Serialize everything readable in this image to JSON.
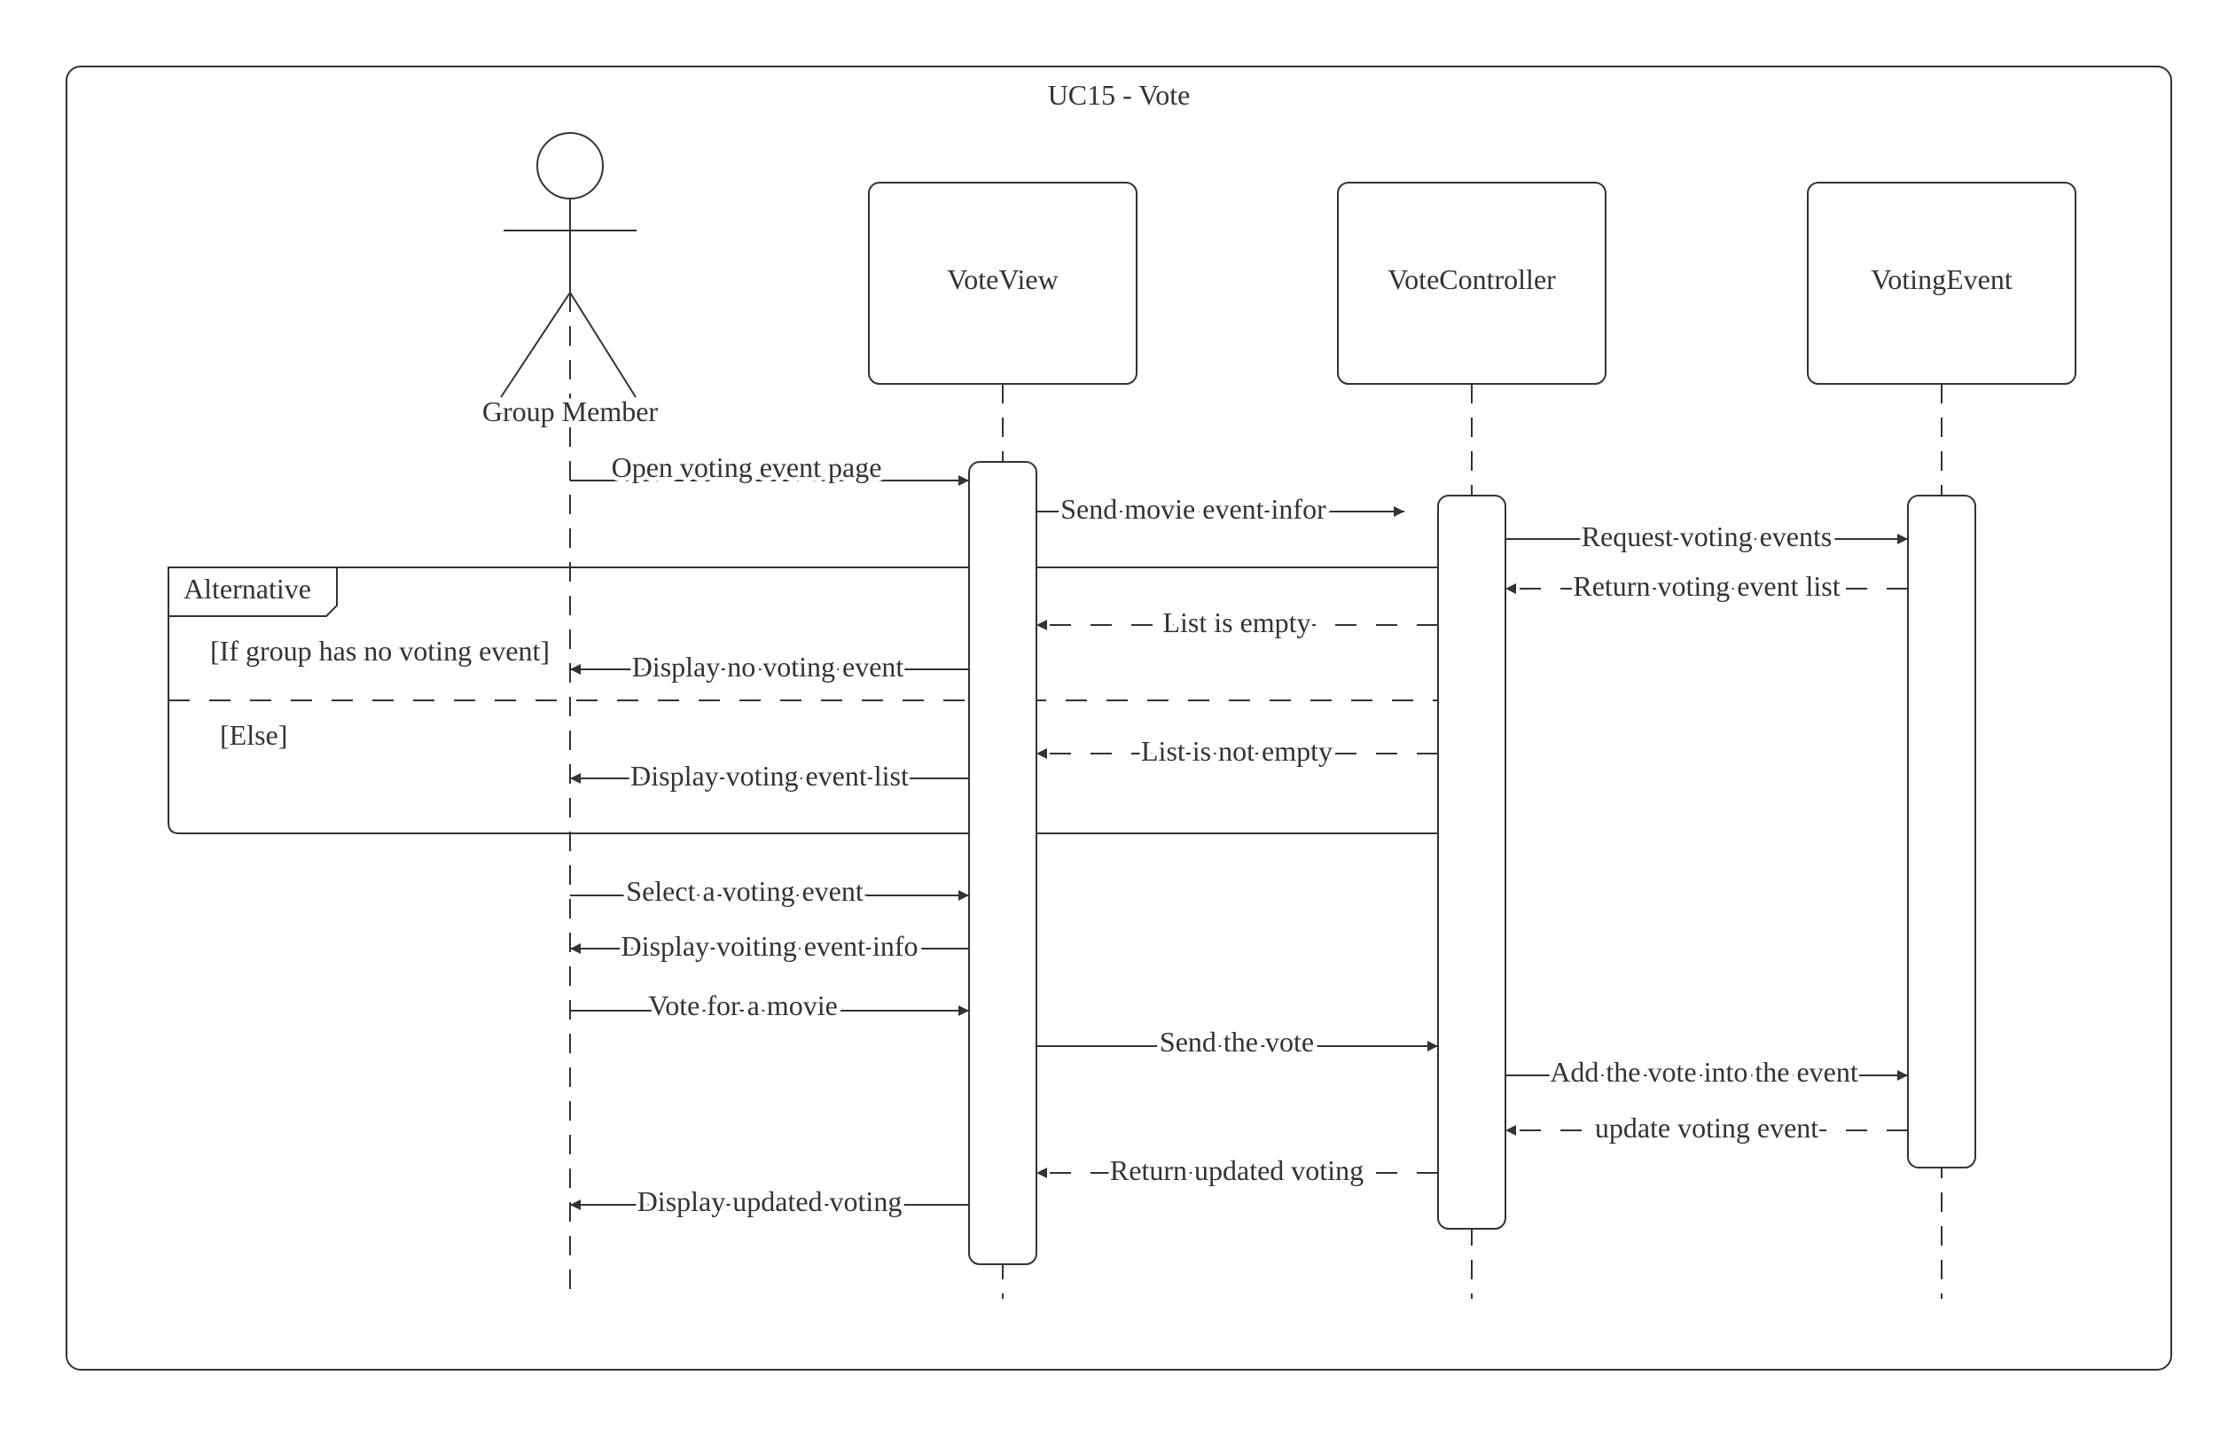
{
  "frame": {
    "title": "UC15 - Vote"
  },
  "participants": [
    {
      "id": "member",
      "label": "Group Member",
      "kind": "actor"
    },
    {
      "id": "view",
      "label": "VoteView",
      "kind": "object"
    },
    {
      "id": "controller",
      "label": "VoteController",
      "kind": "object"
    },
    {
      "id": "event",
      "label": "VotingEvent",
      "kind": "object"
    }
  ],
  "fragment": {
    "operator": "Alternative",
    "guards": [
      "[If group has no voting event]",
      "[Else]"
    ]
  },
  "messages": [
    {
      "from": "member",
      "to": "view",
      "label": "Open voting event page",
      "style": "sync"
    },
    {
      "from": "view",
      "to": "controller",
      "label": "Send movie event infor",
      "style": "sync"
    },
    {
      "from": "controller",
      "to": "event",
      "label": "Request voting events",
      "style": "sync"
    },
    {
      "from": "event",
      "to": "controller",
      "label": "Return voting event list",
      "style": "return"
    },
    {
      "from": "controller",
      "to": "view",
      "label": "List is empty",
      "style": "return"
    },
    {
      "from": "view",
      "to": "member",
      "label": "Display no voting event",
      "style": "sync"
    },
    {
      "from": "controller",
      "to": "view",
      "label": "List is not empty",
      "style": "return"
    },
    {
      "from": "view",
      "to": "member",
      "label": "Display voting event list",
      "style": "sync"
    },
    {
      "from": "member",
      "to": "view",
      "label": "Select a voting event",
      "style": "sync"
    },
    {
      "from": "view",
      "to": "member",
      "label": "Display voiting event info",
      "style": "sync"
    },
    {
      "from": "member",
      "to": "view",
      "label": "Vote for a movie",
      "style": "sync"
    },
    {
      "from": "view",
      "to": "controller",
      "label": "Send the vote",
      "style": "sync"
    },
    {
      "from": "controller",
      "to": "event",
      "label": "Add the vote into the event",
      "style": "sync"
    },
    {
      "from": "event",
      "to": "controller",
      "label": "update voting event",
      "style": "return"
    },
    {
      "from": "controller",
      "to": "view",
      "label": "Return updated voting",
      "style": "return"
    },
    {
      "from": "view",
      "to": "member",
      "label": "Display updated voting",
      "style": "sync"
    }
  ]
}
